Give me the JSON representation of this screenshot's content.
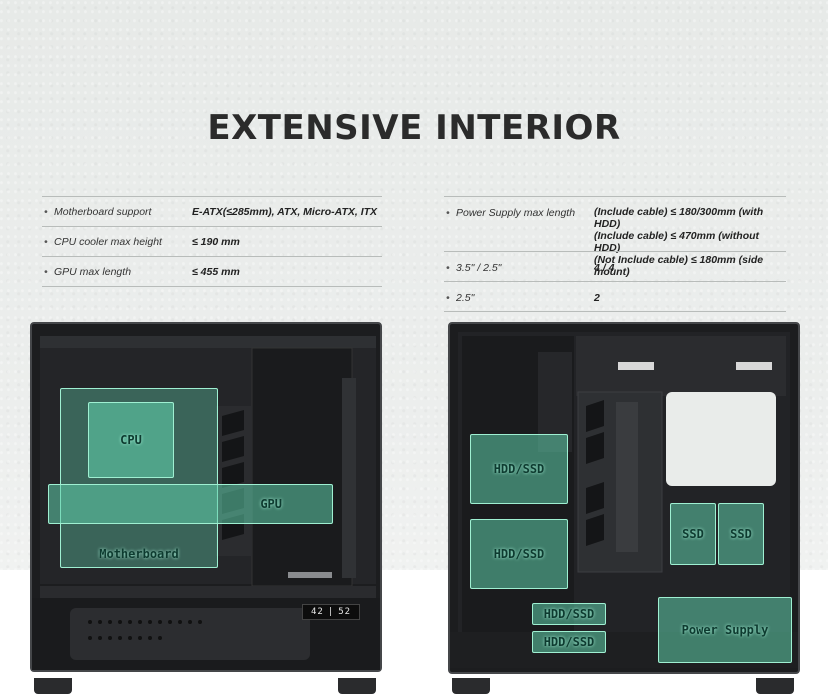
{
  "title": "EXTENSIVE INTERIOR",
  "bullet": "•",
  "left_specs": [
    {
      "label": "Motherboard support",
      "value": "E-ATX(≤285mm), ATX, Micro-ATX, ITX"
    },
    {
      "label": "CPU cooler max height",
      "value": "≤ 190 mm"
    },
    {
      "label": "GPU max length",
      "value": "≤ 455 mm"
    }
  ],
  "right_specs": [
    {
      "label": "Power Supply max length",
      "value_lines": [
        "(Include cable) ≤ 180/300mm (with HDD)",
        "(Include cable) ≤ 470mm (without HDD)",
        "(Not Include cable) ≤ 180mm (side mount)"
      ]
    },
    {
      "label": "3.5\" / 2.5\"",
      "value": "4 / 4"
    },
    {
      "label": "2.5\"",
      "value": "2"
    }
  ],
  "left_case": {
    "zones": {
      "cpu": "CPU",
      "gpu": "GPU",
      "motherboard": "Motherboard"
    },
    "lcd_left": "42",
    "lcd_right": "52"
  },
  "right_case": {
    "zones": {
      "hdd_ssd_1": "HDD/SSD",
      "hdd_ssd_2": "HDD/SSD",
      "hdd_ssd_3": "HDD/SSD",
      "hdd_ssd_4": "HDD/SSD",
      "ssd_1": "SSD",
      "ssd_2": "SSD",
      "power_supply": "Power Supply"
    }
  },
  "colors": {
    "zone_fill": "#5fcdaa",
    "zone_border": "#9ff0d2",
    "case": "#1d1e20",
    "title": "#2b2b2b"
  }
}
